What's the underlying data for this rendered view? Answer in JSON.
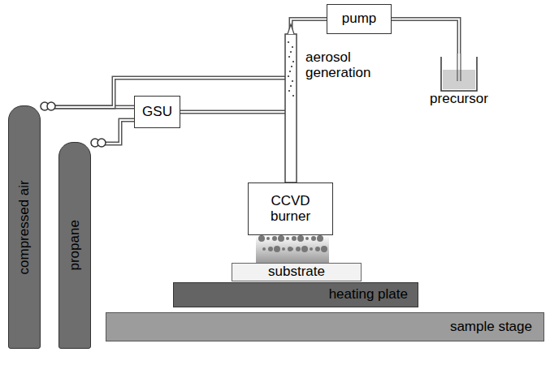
{
  "diagram": {
    "nodes": [
      {
        "text": [
          "compressed air"
        ]
      },
      {
        "text": [
          "propane"
        ]
      },
      {
        "text": [
          "GSU"
        ]
      },
      {
        "text": [
          "pump"
        ]
      },
      {
        "text": [
          "precursor"
        ]
      },
      {
        "text": [
          "CCVD burner"
        ]
      },
      {
        "text": [
          "substrate"
        ]
      },
      {
        "text": [
          "heating plate"
        ]
      },
      {
        "text": [
          "sample stage"
        ]
      }
    ],
    "edges": [
      {
        "from": 0,
        "to": 2,
        "arrow": "none"
      },
      {
        "from": 1,
        "to": 2,
        "arrow": "none"
      },
      {
        "from": 2,
        "to": 5,
        "arrow": "none"
      },
      {
        "from": 0,
        "to": 5,
        "arrow": "none"
      },
      {
        "from": 3,
        "to": 5,
        "arrow": "none"
      },
      {
        "from": 3,
        "to": 4,
        "arrow": "none"
      }
    ],
    "labels": [
      "aerosol generation"
    ]
  }
}
